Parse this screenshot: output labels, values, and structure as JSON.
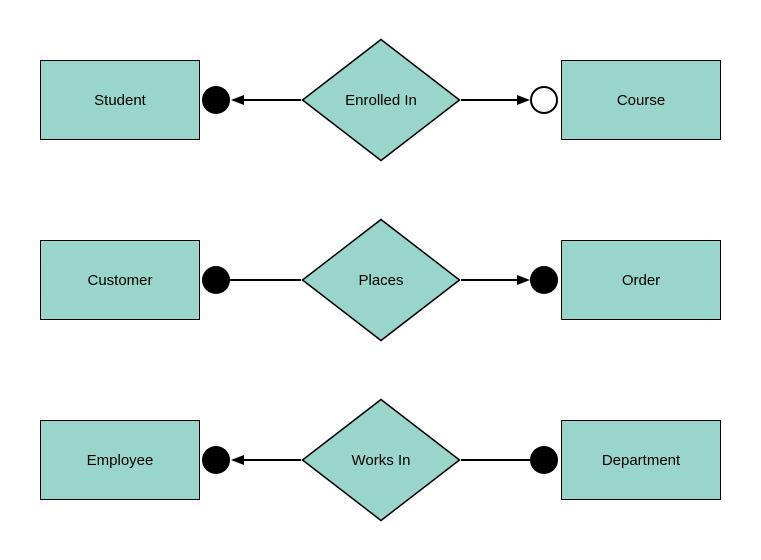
{
  "diagram": {
    "type": "entity-relationship-diagram",
    "colors": {
      "background": "#ffffff",
      "shape_fill": "#99d5ca",
      "shape_stroke": "#000000",
      "line": "#000000",
      "text": "#000000"
    },
    "rows": [
      {
        "left_entity": "Student",
        "relationship": "Enrolled In",
        "right_entity": "Course",
        "left_terminator": "filled-circle",
        "left_arrowhead": "points-left-toward-entity",
        "right_terminator": "open-circle",
        "right_arrowhead": "points-right-toward-entity"
      },
      {
        "left_entity": "Customer",
        "relationship": "Places",
        "right_entity": "Order",
        "left_terminator": "filled-circle",
        "left_arrowhead": "none",
        "right_terminator": "filled-circle",
        "right_arrowhead": "points-right-toward-entity"
      },
      {
        "left_entity": "Employee",
        "relationship": "Works In",
        "right_entity": "Department",
        "left_terminator": "filled-circle",
        "left_arrowhead": "points-left-toward-entity",
        "right_terminator": "filled-circle",
        "right_arrowhead": "none"
      }
    ]
  }
}
